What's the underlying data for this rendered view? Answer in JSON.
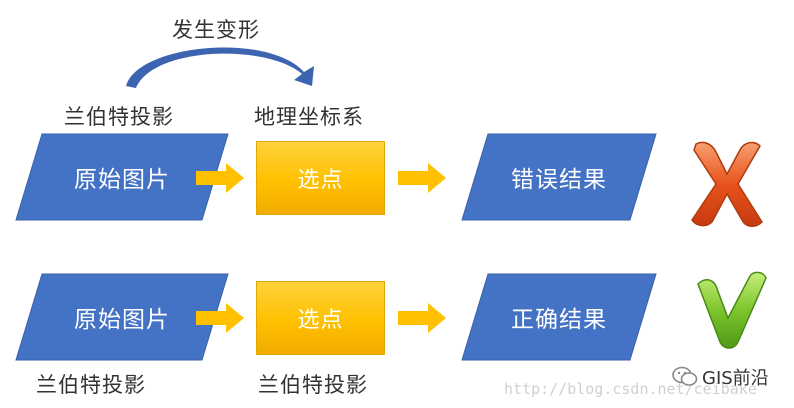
{
  "curve_label": "发生变形",
  "row1": {
    "top_left_label": "兰伯特投影",
    "top_mid_label": "地理坐标系",
    "input": "原始图片",
    "process": "选点",
    "output": "错误结果",
    "mark": "cross"
  },
  "row2": {
    "input": "原始图片",
    "process": "选点",
    "output": "正确结果",
    "bottom_left_label": "兰伯特投影",
    "bottom_mid_label": "兰伯特投影",
    "mark": "check"
  },
  "watermark": {
    "url": "http://blog.csdn.net/ceibake",
    "brand": "GIS前沿"
  },
  "colors": {
    "parallelogram": "#4472c4",
    "process": "#ffc000",
    "arrow": "#ffc000",
    "curve": "#3d64b0",
    "cross": "#e8531c",
    "check": "#7dc52c"
  }
}
